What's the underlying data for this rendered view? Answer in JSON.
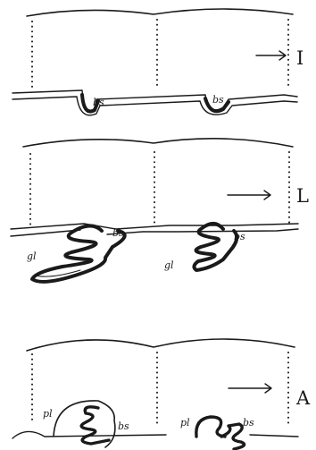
{
  "panels": [
    {
      "stage": "I",
      "sac_labels": [
        "bs",
        "bs"
      ]
    },
    {
      "stage": "L",
      "sac_labels": [
        "bs",
        "bs"
      ],
      "gland_labels": [
        "gl",
        "gl"
      ]
    },
    {
      "stage": "A",
      "sac_labels": [
        "bs",
        "bs"
      ],
      "plate_labels": [
        "pl",
        "pl"
      ]
    }
  ]
}
